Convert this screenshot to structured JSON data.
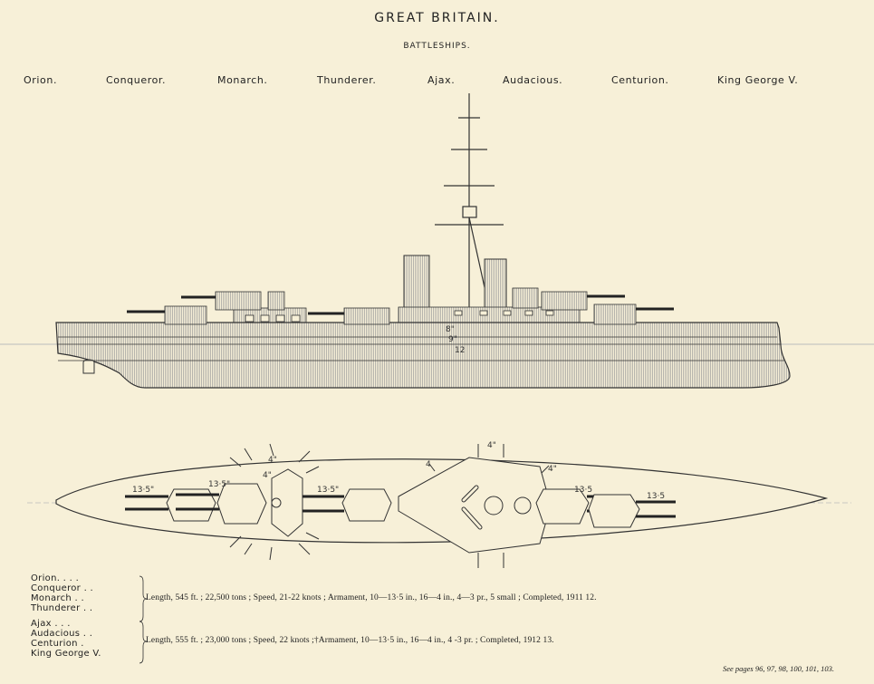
{
  "header": {
    "title": "GREAT BRITAIN.",
    "subtitle": "BATTLESHIPS."
  },
  "ships": [
    "Orion.",
    "Conqueror.",
    "Monarch.",
    "Thunderer.",
    "Ajax.",
    "Audacious.",
    "Centurion.",
    "King George V."
  ],
  "armour_labels": {
    "belt_top": "8\"",
    "belt_mid": "9\"",
    "belt_main": "12"
  },
  "plan_labels": {
    "fwd_turret_a": "13·5\"",
    "fwd_turret_b": "13·5\"",
    "sec_fwd_top": "4\"",
    "sec_fwd_mid": "4\"",
    "mid_turret": "13·5\"",
    "sec_aft_top": "4\"",
    "sec_aft_left": "4",
    "sec_aft_right": "4\"",
    "aft_turret_a": "13·5",
    "aft_turret_b": "13·5"
  },
  "groups": [
    {
      "ships": [
        "Orion",
        "Conqueror",
        "Monarch",
        "Thunderer"
      ],
      "ship_suffix": [
        ". . . .",
        " .  .",
        " .  .",
        " .  ."
      ],
      "spec": "Length, 545 ft. ; 22,500 tons ; Speed, 21-22 knots ; Armament, 10—13·5 in., 16—4 in., 4—3 pr., 5 small ; Completed, 1911 12."
    },
    {
      "ships": [
        "Ajax",
        "Audacious",
        "Centurion",
        "King George V."
      ],
      "ship_suffix": [
        " . . .",
        " .  .",
        " .",
        ""
      ],
      "spec": "Length, 555 ft. ; 23,000 tons ; Speed, 22 knots ;†Armament, 10—13·5 in., 16—4 in., 4 -3 pr. ; Completed, 1912 13."
    }
  ],
  "footer": {
    "see_pages": "See pages 96, 97, 98, 100, 101, 103."
  }
}
